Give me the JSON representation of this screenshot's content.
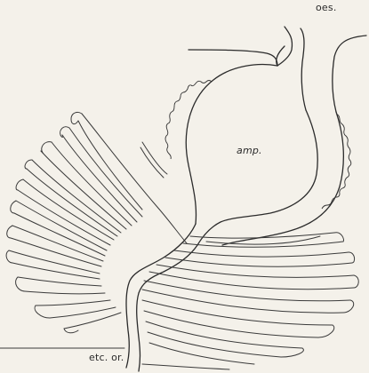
{
  "figure": {
    "labels": {
      "oes": "oes.",
      "amp": "amp.",
      "etc_or": "etc. or."
    },
    "colors": {
      "ink": "#2b2b2b",
      "paper": "#f4f1ea"
    }
  }
}
